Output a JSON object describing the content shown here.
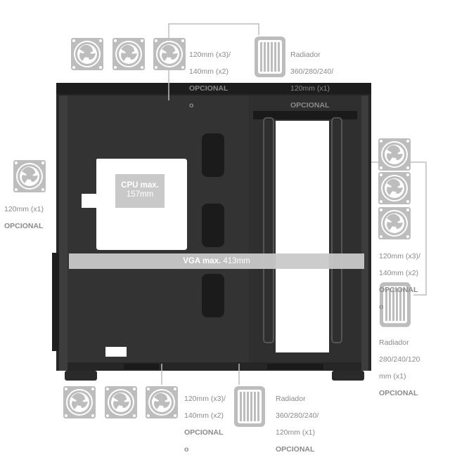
{
  "labels": {
    "top_fans_line1": "120mm (x3)/",
    "top_fans_line2": "140mm (x2)",
    "top_fans_optional": "OPCIONAL",
    "top_fans_extra": "o",
    "top_rad_line1": "Radiador",
    "top_rad_line2": "360/280/240/",
    "top_rad_line3": "120mm (x1)",
    "top_rad_optional": "OPCIONAL",
    "rear_fan_line1": "120mm (x1)",
    "rear_fan_optional": "OPCIONAL",
    "side_fans_line1": "120mm (x3)/",
    "side_fans_line2": "140mm (x2)",
    "side_fans_optional": "OPCIONAL",
    "side_fans_extra": "o",
    "side_rad_line1": "Radiador",
    "side_rad_line2": "280/240/120",
    "side_rad_line3": "mm (x1)",
    "side_rad_optional": "OPCIONAL",
    "bottom_fans_line1": "120mm (x3)/",
    "bottom_fans_line2": "140mm (x2)",
    "bottom_fans_optional": "OPCIONAL",
    "bottom_fans_extra": "o",
    "bottom_rad_line1": "Radiador",
    "bottom_rad_line2": "360/280/240/",
    "bottom_rad_line3": "120mm (x1)",
    "bottom_rad_optional": "OPCIONAL"
  },
  "clearances": {
    "cpu_title": "CPU max.",
    "cpu_value": "157mm",
    "vga_title": "VGA max.",
    "vga_value": "413mm"
  },
  "icons": {
    "fan": "fan-icon",
    "radiator": "radiator-icon"
  },
  "colors": {
    "case_body": "#2b2b2b",
    "case_panel": "#3a3a3a",
    "icon_gray": "#b8b8b8",
    "label_gray": "#8a8a8a",
    "overlay": "#c9c9c9"
  }
}
